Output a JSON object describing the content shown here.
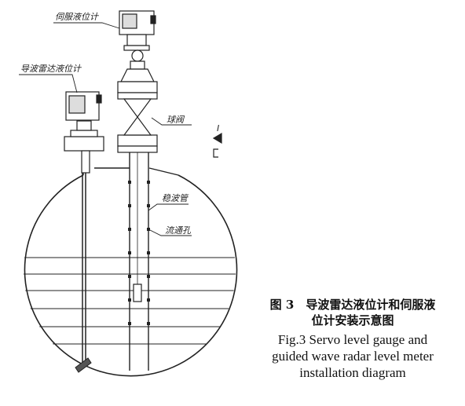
{
  "labels": {
    "servo_gauge": "伺服液位计",
    "radar_gauge": "导波雷达液位计",
    "ball_valve": "球阀",
    "stilling_well": "稳波管",
    "flow_hole": "流通孔",
    "section_mark": "I"
  },
  "caption": {
    "cn_line1": "图 3　导波雷达液位计和伺服液",
    "cn_line2": "位计安装示意图",
    "en_line1": "Fig.3   Servo level gauge and",
    "en_line2": "guided wave radar level meter",
    "en_line3": "installation diagram"
  }
}
